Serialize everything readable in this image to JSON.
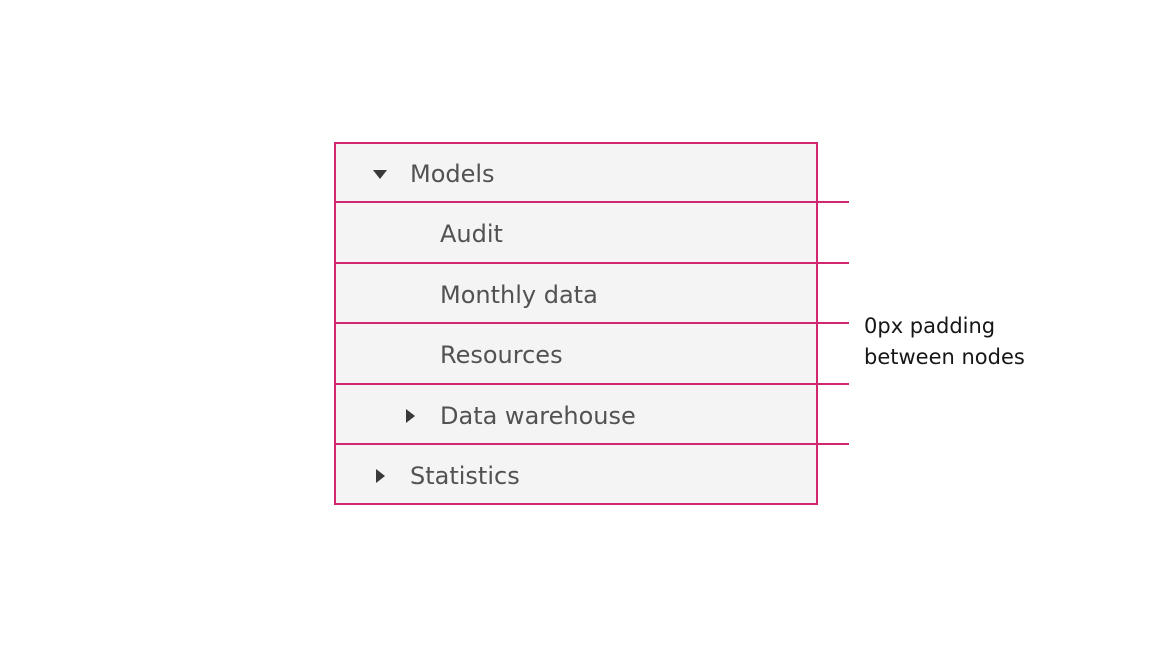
{
  "tree": {
    "nodes": [
      {
        "label": "Models",
        "expanded": true
      },
      {
        "label": "Audit"
      },
      {
        "label": "Monthly data"
      },
      {
        "label": "Resources"
      },
      {
        "label": "Data warehouse",
        "expanded": false
      },
      {
        "label": "Statistics",
        "expanded": false
      }
    ]
  },
  "annotation": {
    "line1": "0px padding",
    "line2": "between nodes"
  },
  "colors": {
    "accent": "#d12771",
    "node_bg": "#f4f4f4",
    "text": "#525252",
    "caret": "#393939"
  }
}
